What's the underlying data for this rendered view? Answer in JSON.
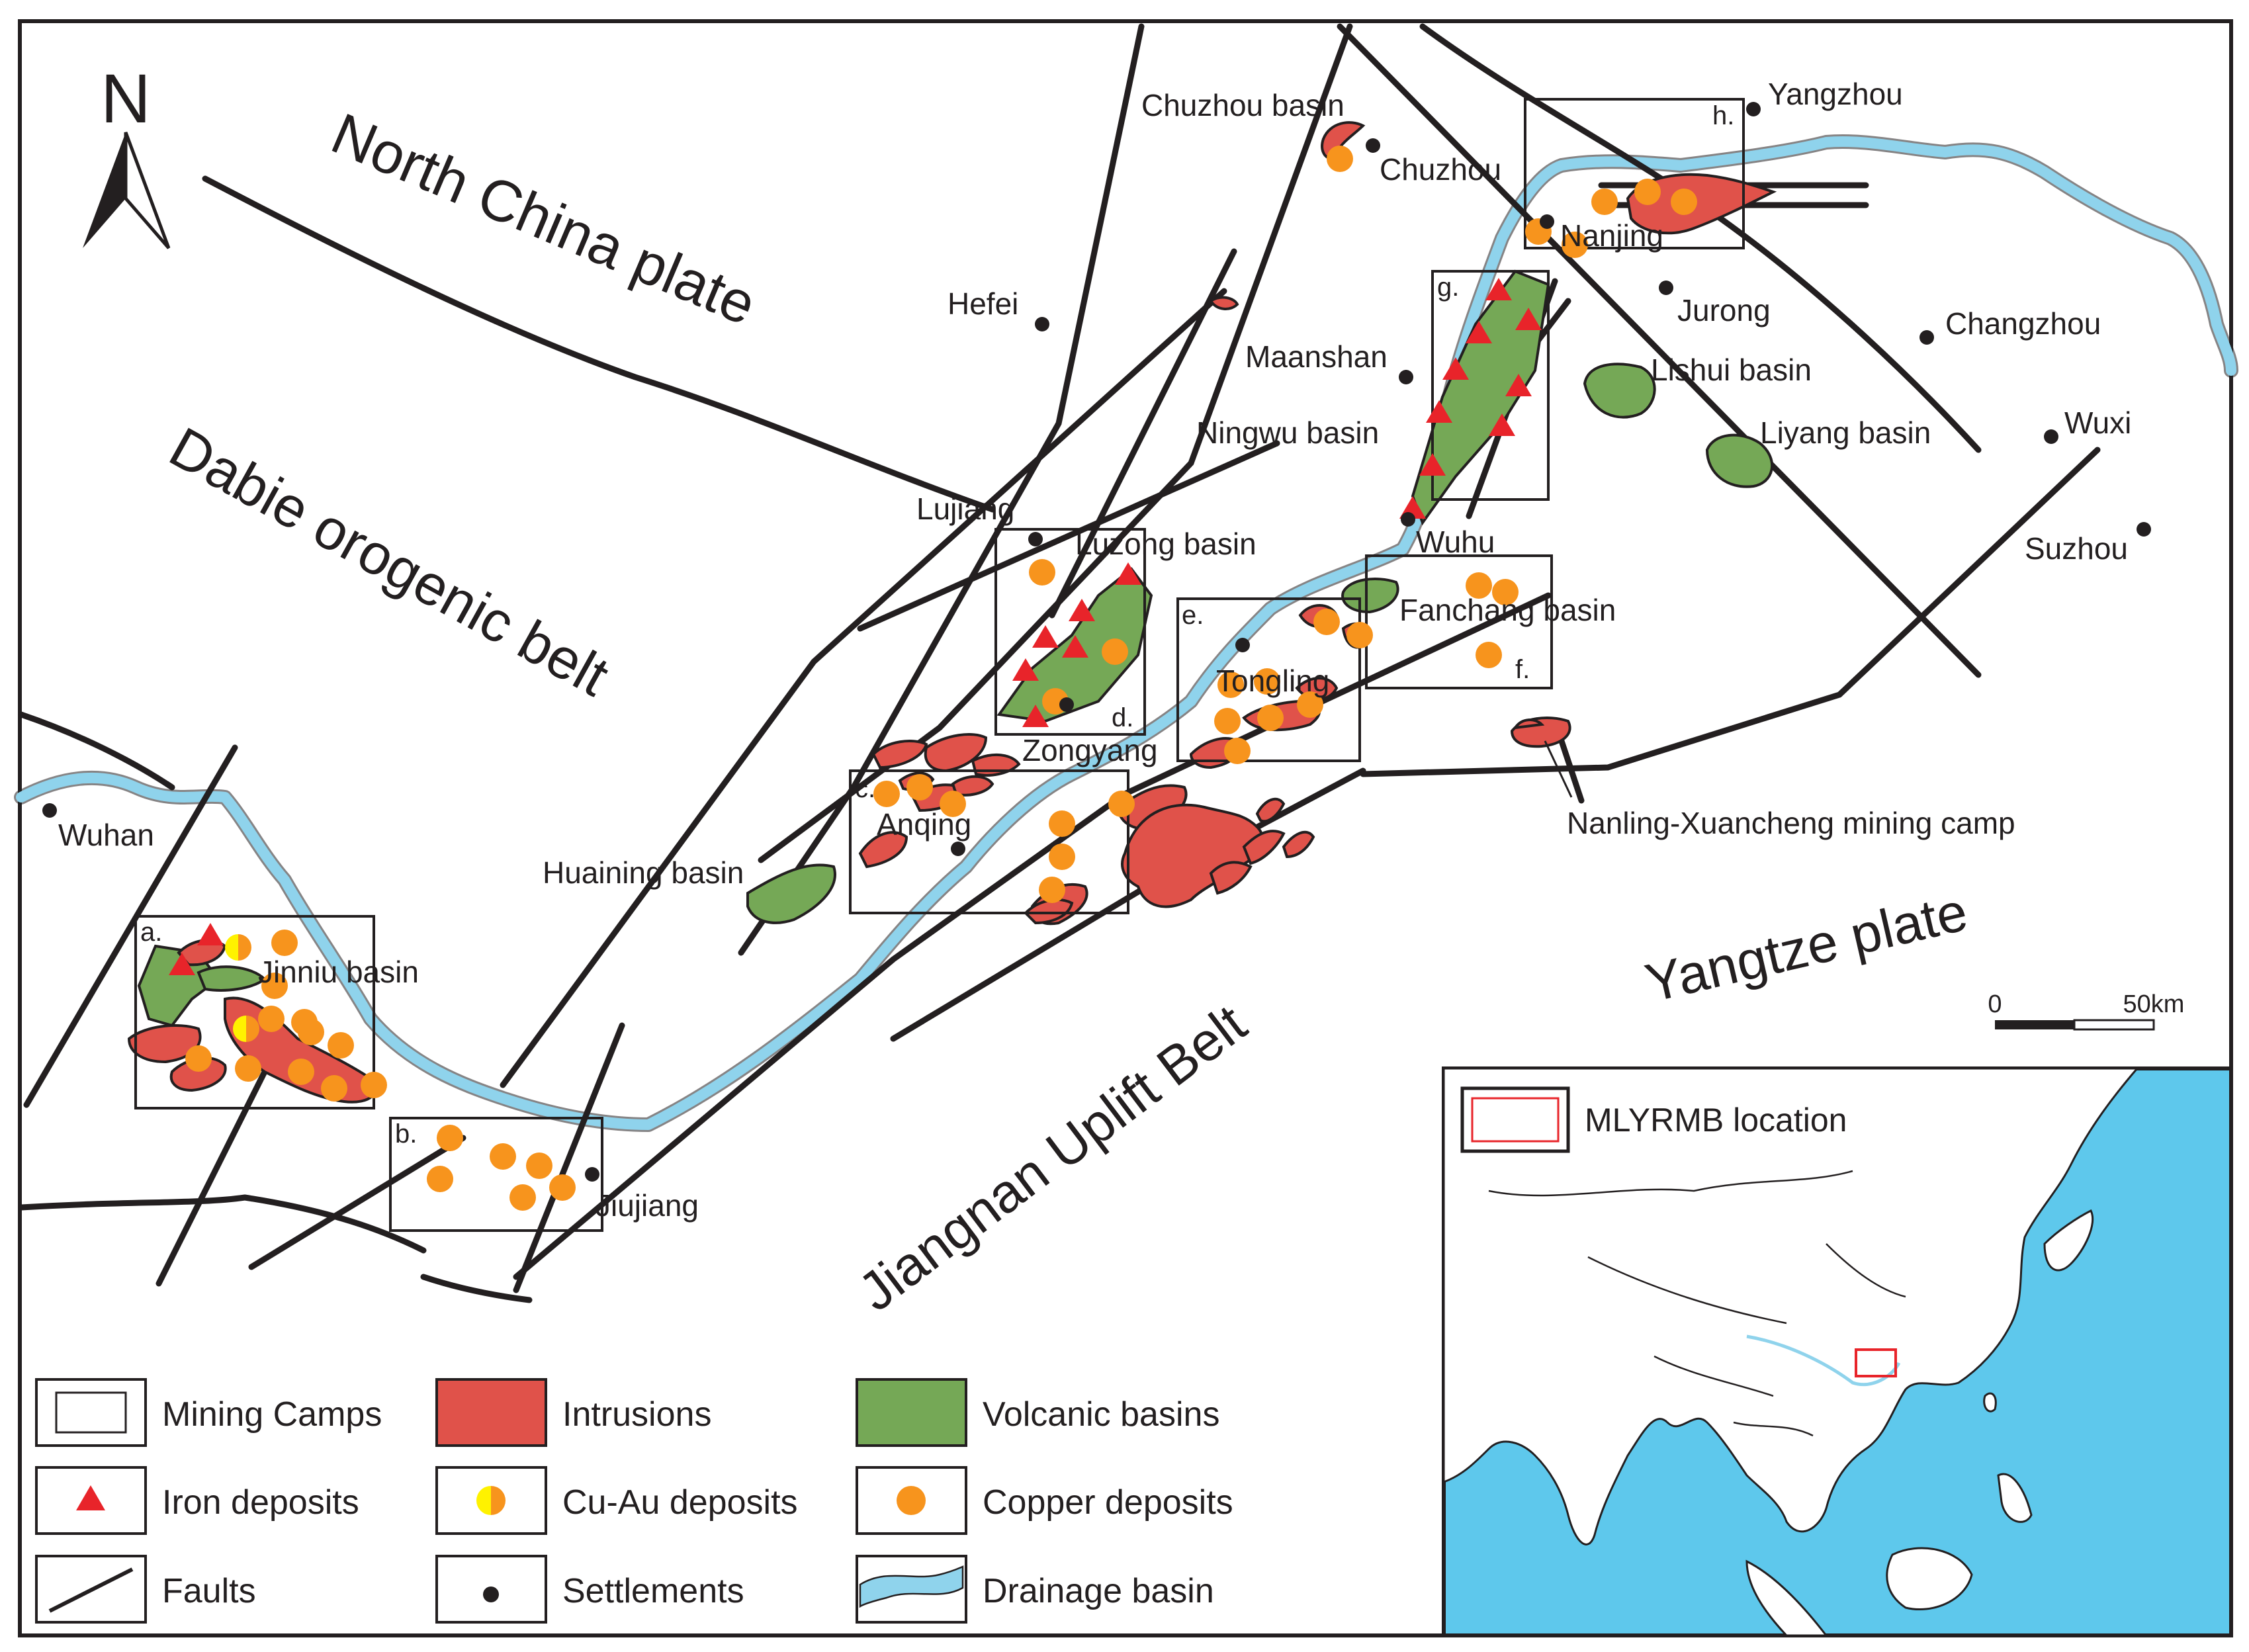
{
  "regions": [
    {
      "key": "north_china",
      "text": "North China plate"
    },
    {
      "key": "dabie",
      "text": "Dabie orogenic belt"
    },
    {
      "key": "yangtze",
      "text": "Yangtze plate"
    },
    {
      "key": "jiangnan",
      "text": "Jiangnan Uplift Belt"
    }
  ],
  "north_arrow": "N",
  "basins": [
    "Chuzhou basin",
    "Lishui basin",
    "Liyang basin",
    "Ningwu basin",
    "Luzong basin",
    "Fanchang basin",
    "Huaining basin",
    "Jinniu basin"
  ],
  "cities": [
    "Yangzhou",
    "Chuzhou",
    "Nanjing",
    "Jurong",
    "Changzhou",
    "Hefei",
    "Maanshan",
    "Wuxi",
    "Suzhou",
    "Lujiang",
    "Wuhu",
    "Tongling",
    "Zongyang",
    "Anqing",
    "Wuhan",
    "Jiujiang"
  ],
  "camp_labels": [
    "a.",
    "b.",
    "c.",
    "d.",
    "e.",
    "f.",
    "g.",
    "h."
  ],
  "mining_camp_label": "Nanling-Xuancheng mining camp",
  "scale_bar": {
    "start": "0",
    "end": "50km"
  },
  "inset": {
    "location_label": "MLYRMB location"
  },
  "legend": [
    {
      "key": "camps",
      "label": "Mining Camps"
    },
    {
      "key": "intrusions",
      "label": "Intrusions"
    },
    {
      "key": "volcanic",
      "label": "Volcanic basins"
    },
    {
      "key": "iron",
      "label": "Iron deposits"
    },
    {
      "key": "cuau",
      "label": "Cu-Au deposits"
    },
    {
      "key": "copper",
      "label": "Copper deposits"
    },
    {
      "key": "faults",
      "label": "Faults"
    },
    {
      "key": "settlements",
      "label": "Settlements"
    },
    {
      "key": "drainage",
      "label": "Drainage basin"
    }
  ],
  "colors": {
    "intrusion": "#e0524a",
    "volcanic": "#75a856",
    "iron": "#e8242a",
    "copper": "#f7941d",
    "cuau_yellow": "#fff200",
    "river": "#8fd3ec",
    "sea": "#5ec8ec",
    "fault": "#231f20"
  }
}
